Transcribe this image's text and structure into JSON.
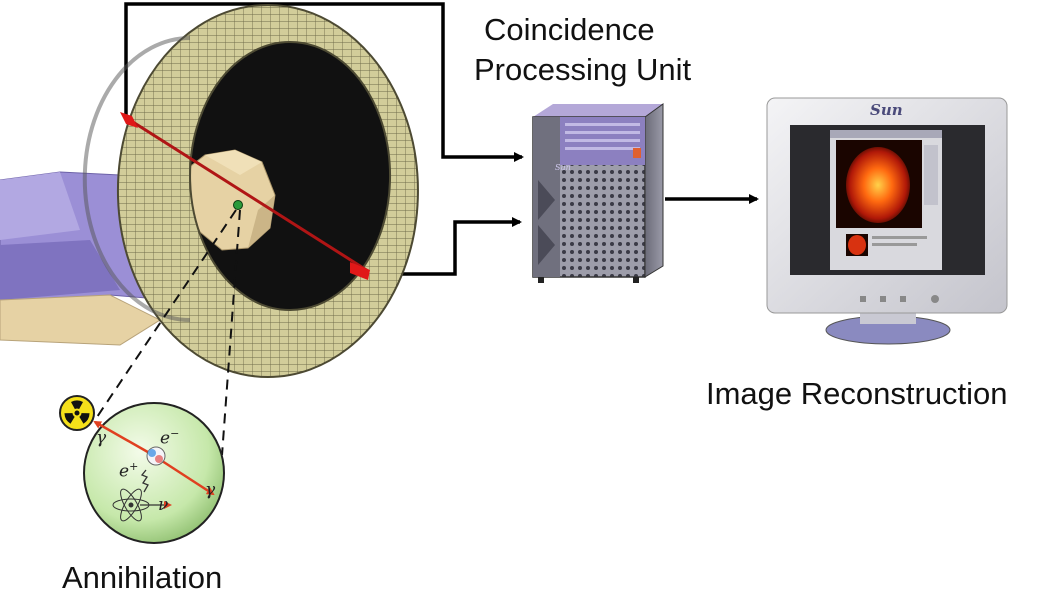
{
  "labels": {
    "cpu_line1": "Coincidence",
    "cpu_line2": "Processing Unit",
    "reconstruction": "Image Reconstruction",
    "annihilation": "Annihilation"
  },
  "symbols": {
    "gamma": "γ",
    "electron": "e",
    "electron_charge": "−",
    "positron": "e",
    "positron_charge": "+",
    "neutrino": "ν"
  },
  "brand": {
    "monitor_logo": "Sun",
    "server_logo": "Sun"
  },
  "icons": {
    "radiation": "radiation-hazard-icon"
  },
  "colors": {
    "detector_ring": "#cfcb98",
    "patient_body": "#9b8fd6",
    "patient_skin": "#e6d2a4",
    "coincidence_line": "#c01818",
    "annihilation_sphere": "#c9eab0",
    "photon_arrow": "#e04020",
    "pet_scan": "#e03010",
    "arrows": "#000000"
  }
}
